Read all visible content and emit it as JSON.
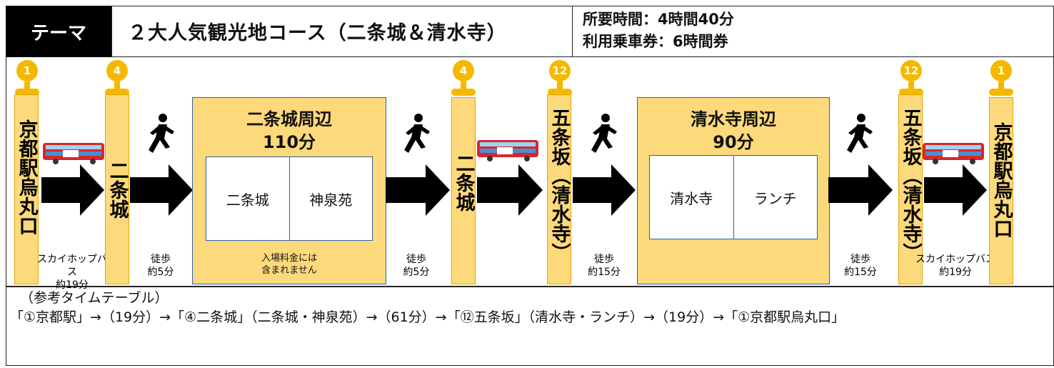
{
  "header": {
    "theme_label": "テーマ",
    "course_title": "２大人気観光地コース（二条城＆清水寺）",
    "duration": "所要時間：4時間40分",
    "ticket": "利用乗車券：6時間券"
  },
  "stops": {
    "s1": {
      "number": "1",
      "name": "京都駅烏丸口"
    },
    "s2": {
      "number": "4",
      "name": "二条城"
    },
    "s3": {
      "number": "4",
      "name": "二条城"
    },
    "s4": {
      "number": "12",
      "name": "五条坂（清水寺）"
    },
    "s5": {
      "number": "12",
      "name": "五条坂（清水寺）"
    },
    "s6": {
      "number": "1",
      "name": "京都駅烏丸口"
    }
  },
  "legs": {
    "bus1": {
      "line1": "スカイホップバス",
      "line2": "約19分"
    },
    "walk1": {
      "line1": "徒歩",
      "line2": "約5分"
    },
    "walk2": {
      "line1": "徒歩",
      "line2": "約5分"
    },
    "walk3": {
      "line1": "徒歩",
      "line2": "約15分"
    },
    "walk4": {
      "line1": "徒歩",
      "line2": "約15分"
    },
    "bus2": {
      "line1": "スカイホップバス",
      "line2": "約19分"
    }
  },
  "areas": {
    "nijo": {
      "title1": "二条城周辺",
      "title2": "110分",
      "spot1": "二条城",
      "spot2": "神泉苑",
      "note1": "入場料金には",
      "note2": "含まれません"
    },
    "kiyomizu": {
      "title1": "清水寺周辺",
      "title2": "90分",
      "spot1": "清水寺",
      "spot2": "ランチ"
    }
  },
  "footer": {
    "ref_title": "（参考タイムテーブル）",
    "timetable": "「①京都駅」→（19分）→「④二条城」（二条城・神泉苑）→（61分）→「⑫五条坂」（清水寺・ランチ）→（19分）→「①京都駅烏丸口」"
  },
  "colors": {
    "stop_fill": "#fcd97a",
    "pin": "#f5b800",
    "area_border": "#2f5fa8",
    "bus_red": "#d8262b"
  },
  "icons": [
    "walker-icon",
    "bus-icon",
    "arrow-icon",
    "pin-icon"
  ]
}
